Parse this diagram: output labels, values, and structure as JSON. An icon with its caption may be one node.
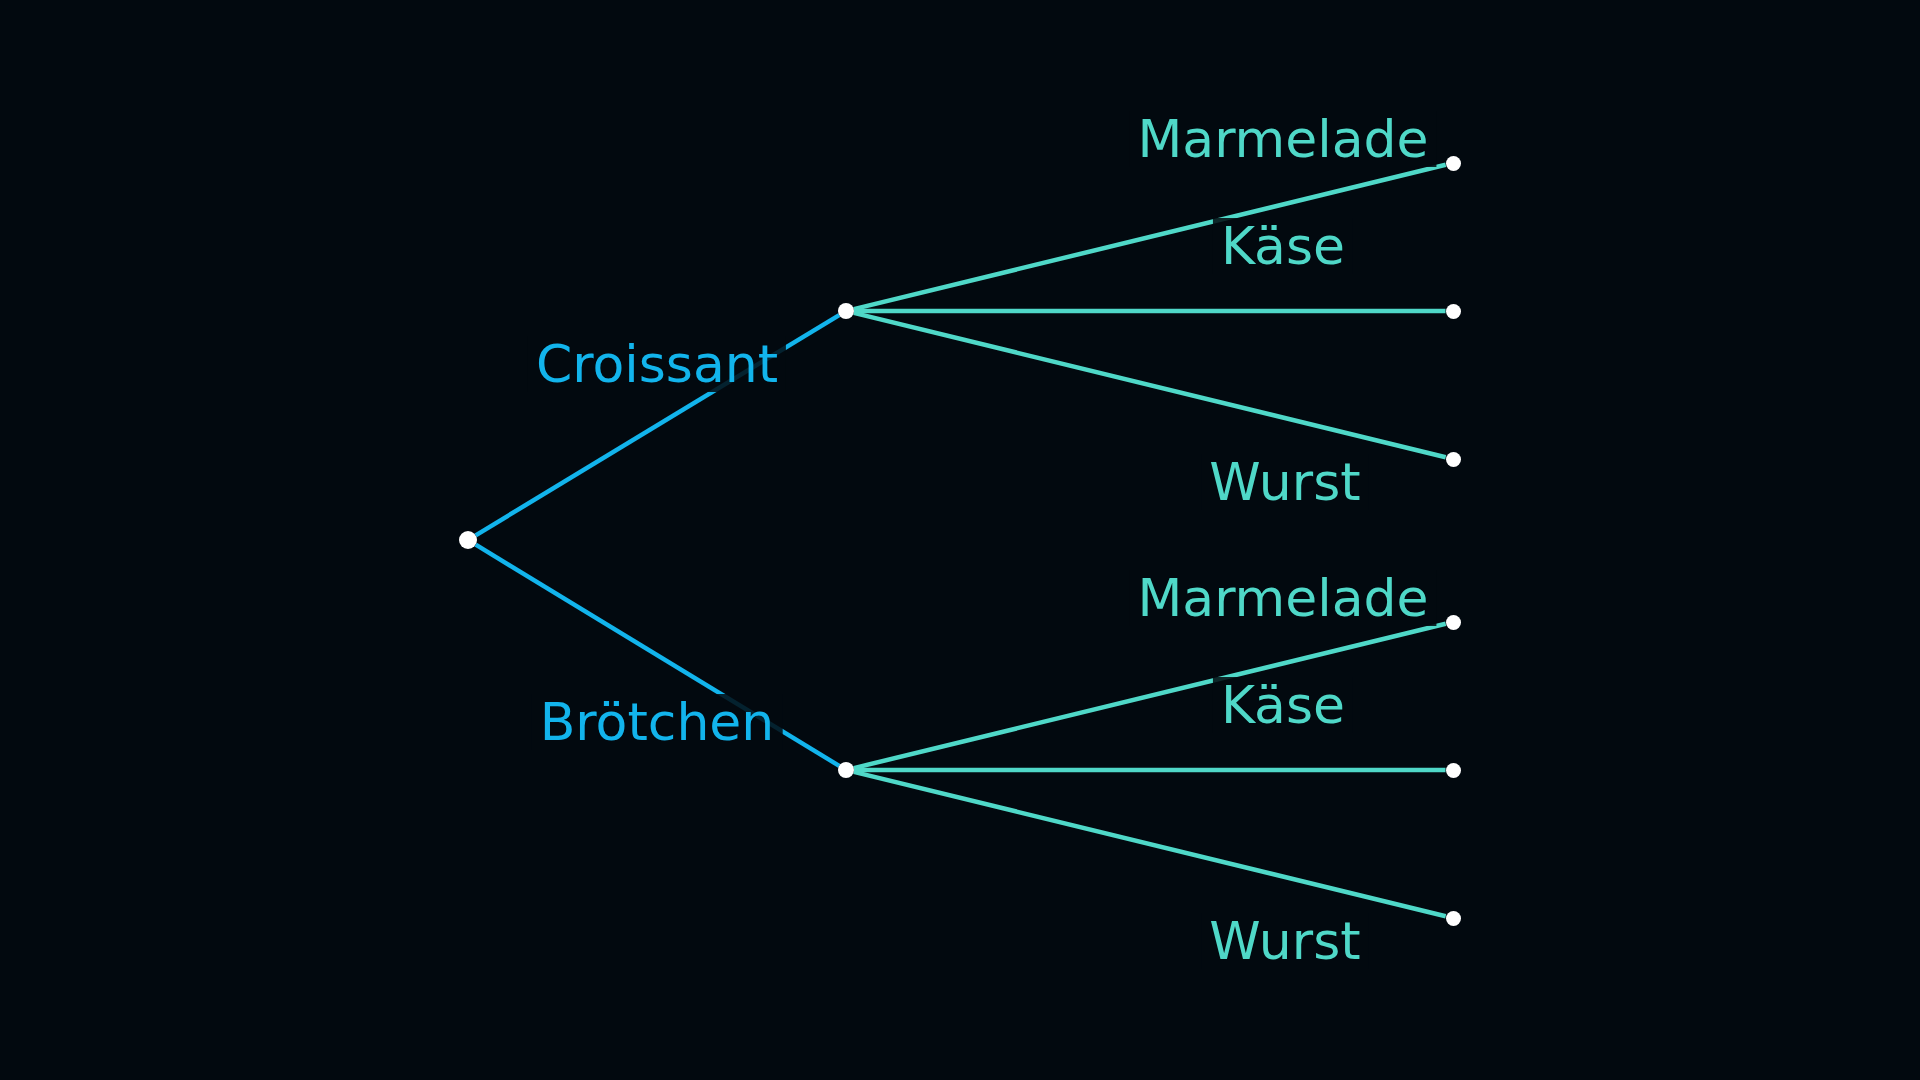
{
  "diagram": {
    "nodes": [
      {
        "text": [],
        "shape": "circle"
      },
      {
        "text": [],
        "shape": "circle"
      },
      {
        "text": [],
        "shape": "circle"
      },
      {
        "text": [],
        "shape": "circle"
      },
      {
        "text": [],
        "shape": "circle"
      },
      {
        "text": [],
        "shape": "circle"
      },
      {
        "text": [],
        "shape": "circle"
      },
      {
        "text": [],
        "shape": "circle"
      },
      {
        "text": [],
        "shape": "circle"
      }
    ],
    "edges": [
      {
        "from": 0,
        "to": 1,
        "arrow": "none",
        "label": "Croissant",
        "color": "#12b4ec"
      },
      {
        "from": 1,
        "to": 2,
        "arrow": "none",
        "label": "Marmelade"
      },
      {
        "from": 1,
        "to": 3,
        "arrow": "none",
        "label": "Käse"
      },
      {
        "from": 1,
        "to": 4,
        "arrow": "none",
        "label": "Wurst"
      },
      {
        "from": 0,
        "to": 5,
        "arrow": "none",
        "label": "Brötchen",
        "color": "#12b4ec"
      },
      {
        "from": 5,
        "to": 6,
        "arrow": "none",
        "label": "Marmelade"
      },
      {
        "from": 5,
        "to": 7,
        "arrow": "none",
        "label": "Käse"
      },
      {
        "from": 5,
        "to": 8,
        "arrow": "none",
        "label": "Wurst"
      }
    ]
  }
}
